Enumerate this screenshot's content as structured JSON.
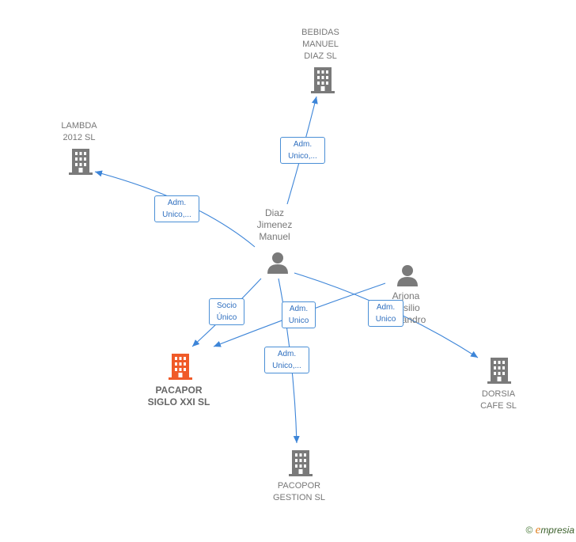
{
  "colors": {
    "edge": "#3d85d8",
    "building": "#7a7a7a",
    "highlight": "#f05a28",
    "person": "#7a7a7a"
  },
  "nodes": {
    "bebidas": {
      "label": "BEBIDAS\nMANUEL\nDIAZ  SL",
      "icon": "building-icon"
    },
    "lambda": {
      "label": "LAMBDA\n2012  SL",
      "icon": "building-icon"
    },
    "diaz": {
      "label": "Diaz\nJimenez\nManuel",
      "icon": "person-icon"
    },
    "arjona": {
      "label": "Arjona\nBasilio\nAlejandro",
      "icon": "person-icon"
    },
    "pacapor": {
      "label": "PACAPOR\nSIGLO XXI  SL",
      "icon": "building-icon"
    },
    "pacopor": {
      "label": "PACOPOR\nGESTION  SL",
      "icon": "building-icon"
    },
    "dorsia": {
      "label": "DORSIA\nCAFE  SL",
      "icon": "building-icon"
    }
  },
  "edges": {
    "to_bebidas": "Adm.\nUnico,...",
    "to_lambda": "Adm.\nUnico,...",
    "socio_unico": "Socio\nÚnico",
    "adm_unico_pacapor": "Adm.\nUnico",
    "to_pacopor": "Adm.\nUnico,...",
    "to_dorsia": "Adm.\nUnico"
  },
  "watermark": {
    "copyright": "©",
    "brand_initial": "e",
    "brand_rest": "mpresia"
  }
}
